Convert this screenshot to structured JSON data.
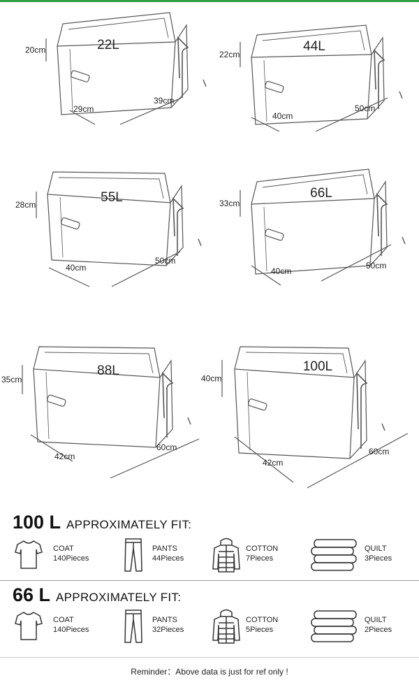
{
  "boxes": [
    {
      "capacity": "22L",
      "height": "20cm",
      "depth": "29cm",
      "width": "39cm"
    },
    {
      "capacity": "44L",
      "height": "22cm",
      "depth": "40cm",
      "width": "50cm"
    },
    {
      "capacity": "55L",
      "height": "28cm",
      "depth": "40cm",
      "width": "50cm"
    },
    {
      "capacity": "66L",
      "height": "33cm",
      "depth": "40cm",
      "width": "50cm"
    },
    {
      "capacity": "88L",
      "height": "35cm",
      "depth": "42cm",
      "width": "60cm"
    },
    {
      "capacity": "100L",
      "height": "40cm",
      "depth": "42cm",
      "width": "60cm"
    }
  ],
  "fit_sections": [
    {
      "capacity": "100 L",
      "label": "APPROXIMATELY FIT:",
      "items": [
        {
          "icon": "t-shirt-icon",
          "name": "COAT",
          "count": "140Pieces"
        },
        {
          "icon": "pants-icon",
          "name": "PANTS",
          "count": "44Pieces"
        },
        {
          "icon": "jacket-icon",
          "name": "COTTON",
          "count": "7Pieces"
        },
        {
          "icon": "folded-quilt-icon",
          "name": "QUILT",
          "count": "3Pieces"
        }
      ]
    },
    {
      "capacity": "66 L",
      "label": "APPROXIMATELY FIT:",
      "items": [
        {
          "icon": "t-shirt-icon",
          "name": "COAT",
          "count": "140Pieces"
        },
        {
          "icon": "pants-icon",
          "name": "PANTS",
          "count": "32Pieces"
        },
        {
          "icon": "jacket-icon",
          "name": "COTTON",
          "count": "5Pieces"
        },
        {
          "icon": "folded-quilt-icon",
          "name": "QUILT",
          "count": "2Pieces"
        }
      ]
    }
  ],
  "reminder": "Reminder：Above data is just for ref only !",
  "colors": {
    "accent_bar": "#2ea043",
    "line": "#555555",
    "text": "#222222"
  }
}
